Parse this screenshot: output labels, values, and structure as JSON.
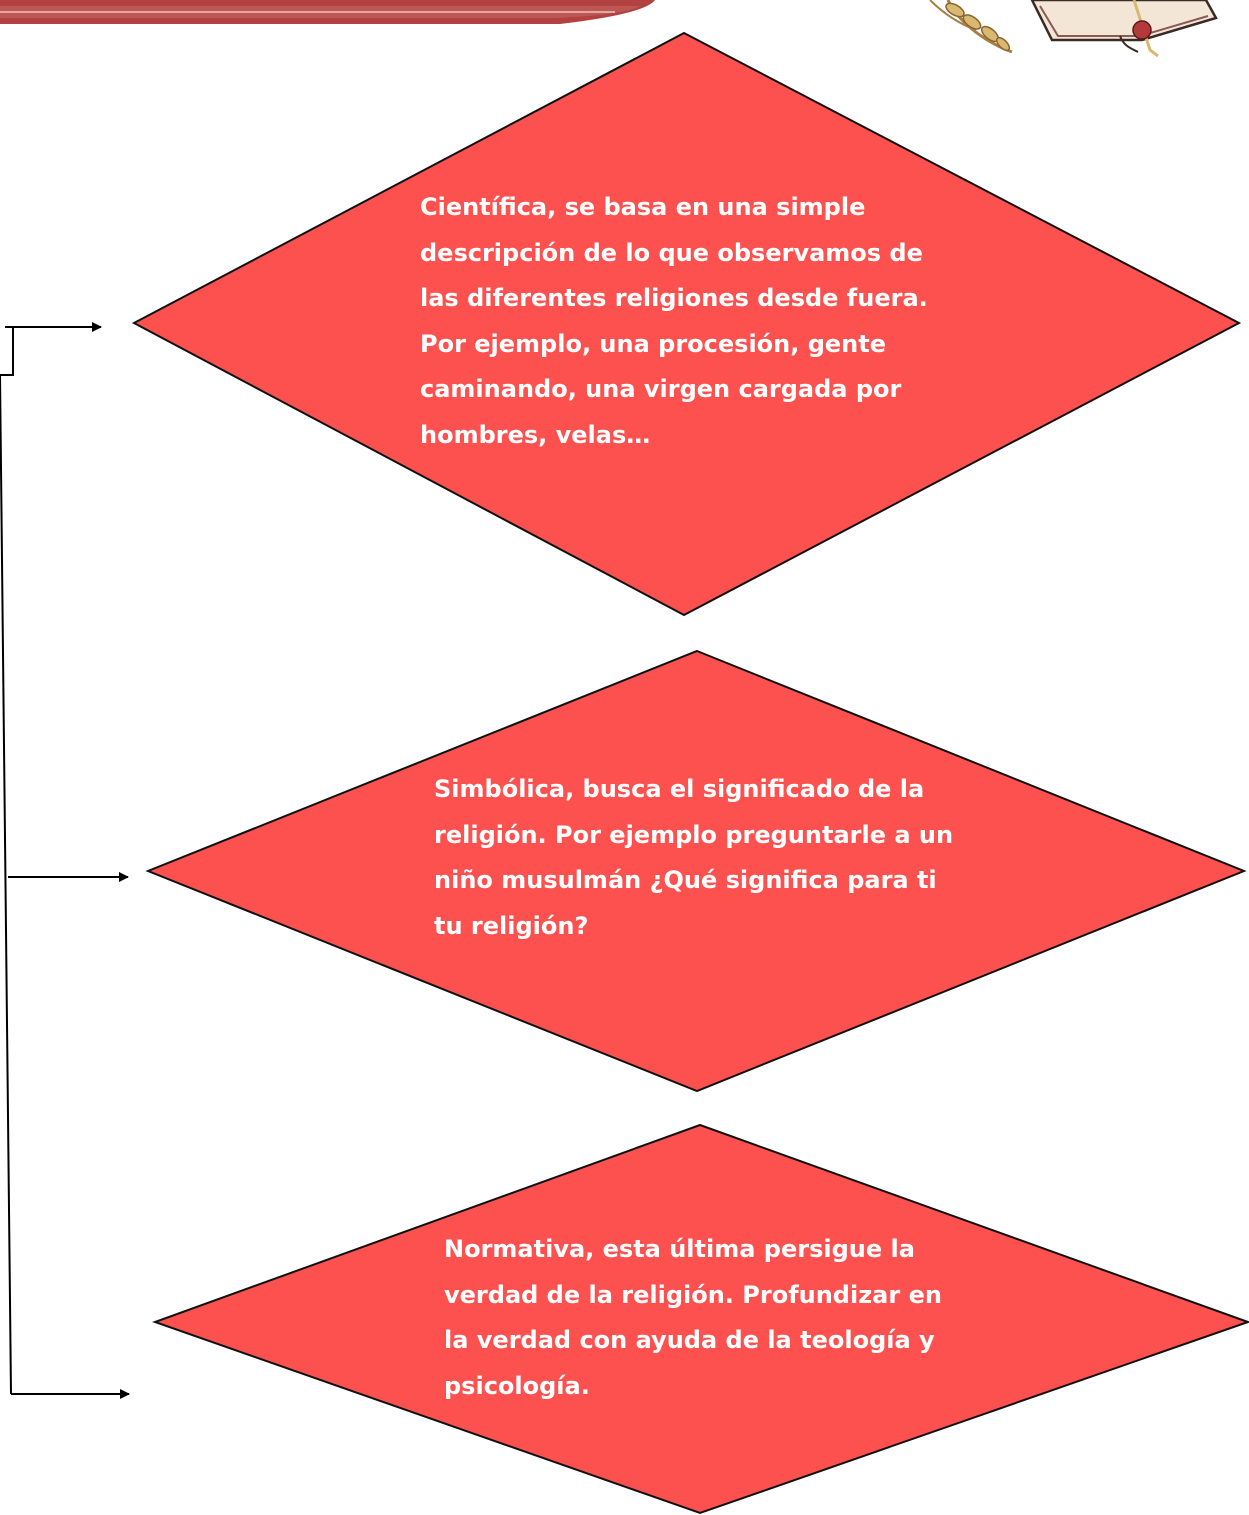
{
  "colors": {
    "node_fill": "#fd5150",
    "node_stroke": "#111111",
    "node_text": "#ffffff",
    "connector": "#000000",
    "header_band": "#b2423f"
  },
  "nodes": [
    {
      "id": "cientifica",
      "lines": [
        "Científica, se basa en una simple",
        "descripción de lo que observamos de",
        "las diferentes religiones desde fuera.",
        "Por ejemplo, una procesión, gente",
        "caminando, una virgen cargada por",
        "hombres, velas…"
      ]
    },
    {
      "id": "simbolica",
      "lines": [
        "Simbólica, busca el significado de la",
        "religión. Por ejemplo preguntarle a un",
        "niño musulmán ¿Qué significa para ti",
        "tu religión?"
      ]
    },
    {
      "id": "normativa",
      "lines": [
        "Normativa, esta última persigue la",
        "verdad de la religión. Profundizar en",
        "la verdad con ayuda de la teología y",
        "psicología."
      ]
    }
  ],
  "decorations": {
    "left_icon": "wheat-icon",
    "right_icon": "open-book-icon"
  }
}
